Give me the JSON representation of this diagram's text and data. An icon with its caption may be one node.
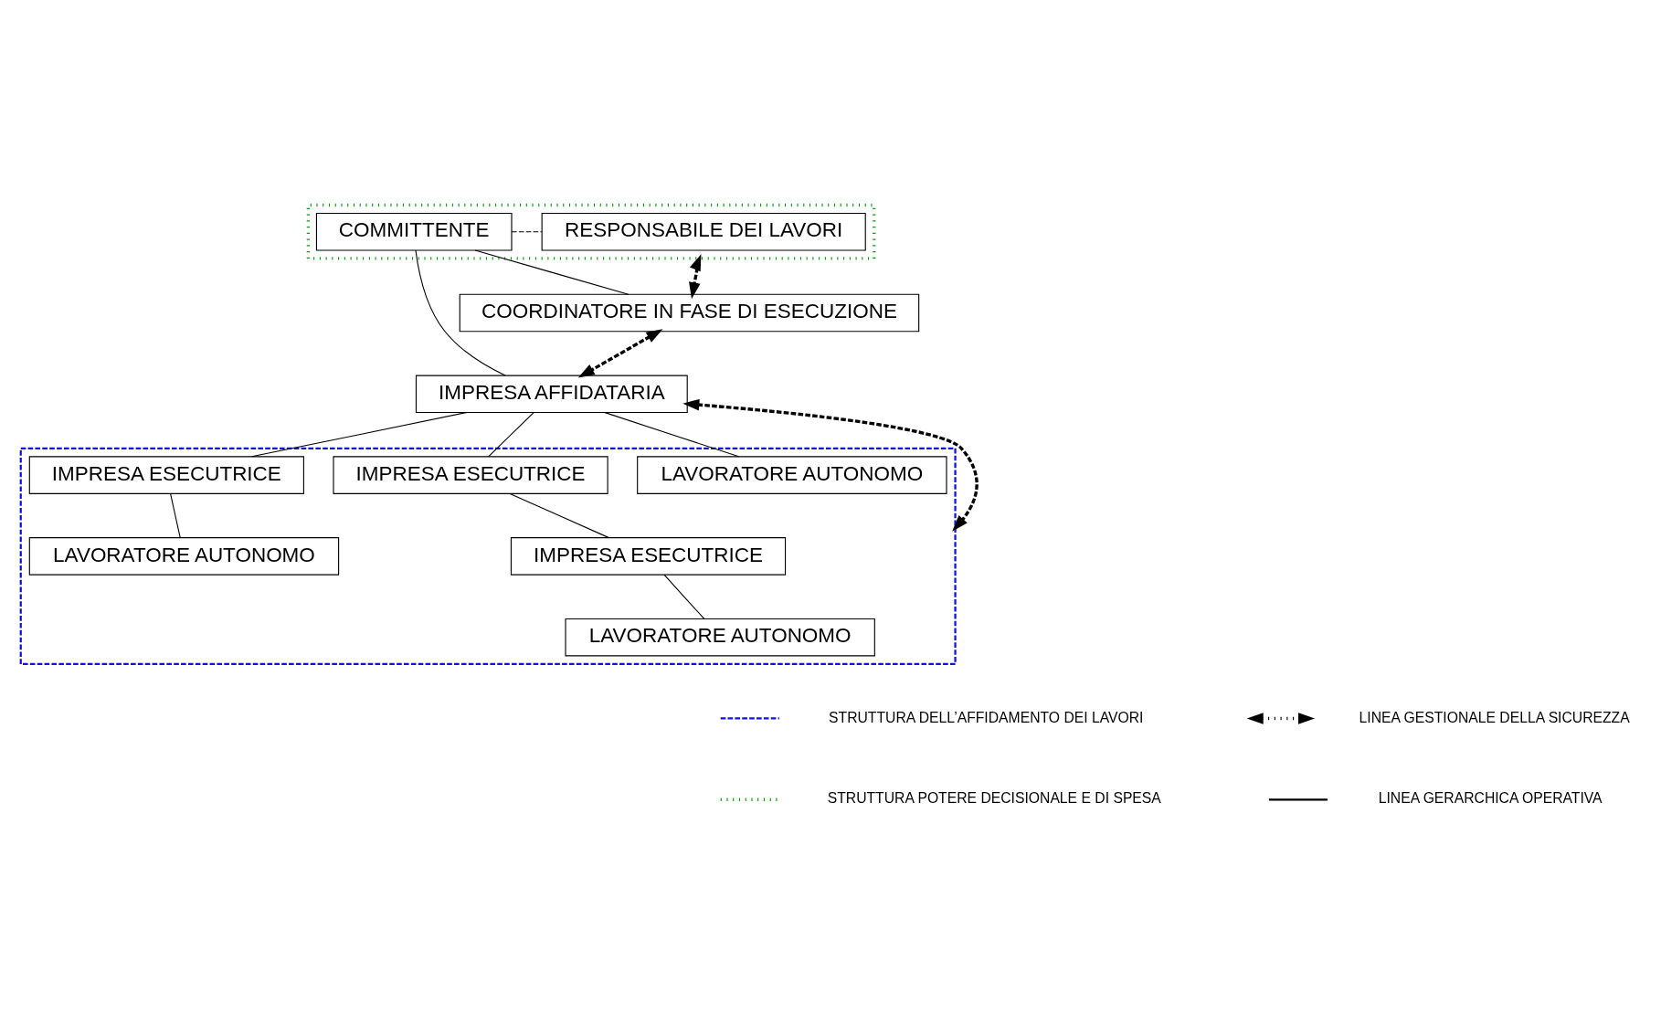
{
  "diagram": {
    "nodes": [
      {
        "text": [],
        "shape": "box"
      },
      {
        "text": [
          "COMMITTENTE"
        ],
        "in": 0
      },
      {
        "text": [
          "RESPONSABILE DEI LAVORI"
        ],
        "in": 0
      },
      {
        "text": [
          "COORDINATORE IN FASE DI ESECUZIONE"
        ]
      },
      {
        "text": [
          "IMPRESA AFFIDATARIA"
        ]
      },
      {
        "text": [],
        "shape": "box"
      },
      {
        "text": [
          "IMPRESA ESECUTRICE"
        ],
        "in": 5
      },
      {
        "text": [
          "IMPRESA ESECUTRICE"
        ],
        "in": 5
      },
      {
        "text": [
          "LAVORATORE AUTONOMO"
        ],
        "in": 5
      },
      {
        "text": [
          "IMPRESA ESECUTRICE"
        ],
        "in": 5
      },
      {
        "text": [
          "LAVORATORE AUTONOMO"
        ],
        "in": 5
      },
      {
        "text": [
          "LAVORATORE AUTONOMO"
        ],
        "in": 5
      }
    ],
    "edges": [
      {
        "from": 1,
        "to": 2,
        "arrow": "none",
        "style": "dashed"
      },
      {
        "from": 1,
        "to": 3,
        "arrow": "none"
      },
      {
        "from": 1,
        "to": 4,
        "arrow": "none"
      },
      {
        "from": 0,
        "to": 3,
        "arrow": "both",
        "style": "dashed"
      },
      {
        "from": 3,
        "to": 4,
        "arrow": "both",
        "style": "dashed"
      },
      {
        "from": 4,
        "to": 5,
        "arrow": "both",
        "style": "dashed"
      },
      {
        "from": 4,
        "to": 6,
        "arrow": "none"
      },
      {
        "from": 4,
        "to": 7,
        "arrow": "none"
      },
      {
        "from": 4,
        "to": 8,
        "arrow": "none"
      },
      {
        "from": 6,
        "to": 9,
        "arrow": "none"
      },
      {
        "from": 7,
        "to": 10,
        "arrow": "none"
      },
      {
        "from": 9,
        "to": 11,
        "arrow": "none"
      }
    ],
    "legend": [
      {
        "text": "STRUTTURA DELL’AFFIDAMENTO DEI LAVORI"
      },
      {
        "text": "LINEA GESTIONALE DELLA SICUREZZA"
      },
      {
        "text": "STRUTTURA POTERE DECISIONALE E DI SPESA"
      },
      {
        "text": "LINEA GERARCHICA OPERATIVA"
      }
    ]
  }
}
